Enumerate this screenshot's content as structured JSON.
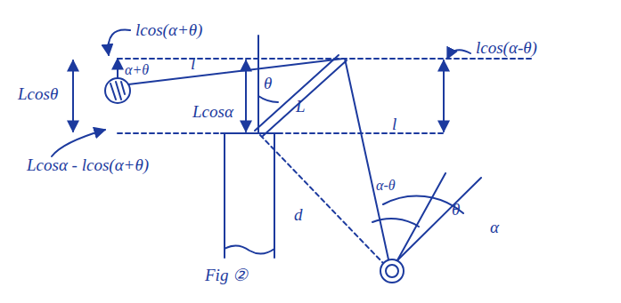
{
  "diagram": {
    "labels": [
      "lcos(α+θ)",
      "α+θ",
      "l",
      "Lcosθ",
      "Lcosα",
      "θ",
      "L",
      "l",
      "lcos(α-θ)",
      "α-θ",
      "θ",
      "α",
      "d",
      "Lcosα - lcos(α+θ)",
      "Fig ②"
    ]
  }
}
